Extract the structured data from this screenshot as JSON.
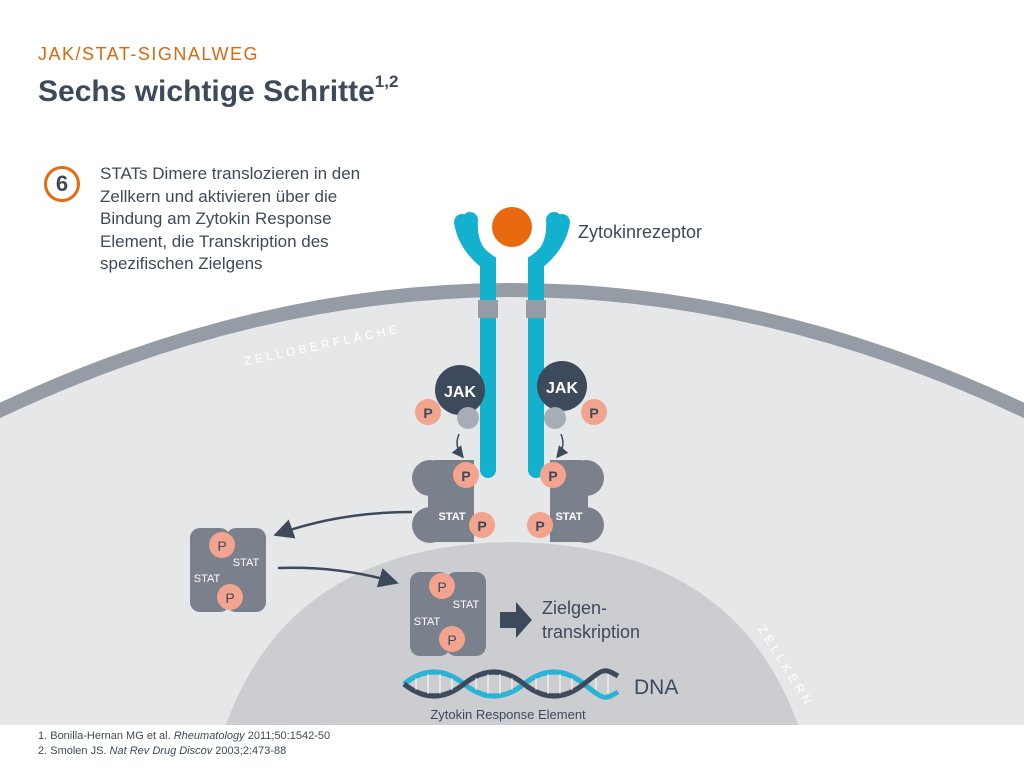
{
  "header": {
    "kicker": "JAK/STAT-SIGNALWEG",
    "title": "Sechs wichtige Schritte",
    "title_superscript": "1,2"
  },
  "step": {
    "number": "6",
    "description": "STATs Dimere translozieren in den Zellkern und aktivieren über die Bindung am  Zytokin Response Element, die Transkription des spezifischen Zielgens"
  },
  "diagram": {
    "receptor_label": "Zytokinrezeptor",
    "cell_surface_label": "ZELLOBERFLÄCHE",
    "nucleus_label": "ZELLKERN",
    "jak_label": "JAK",
    "phosphate_label": "P",
    "stat_label": "STAT",
    "target_label_line1": "Zielgen-",
    "target_label_line2": "transkription",
    "dna_label": "DNA",
    "response_element_label": "Zytokin Response Element"
  },
  "references": [
    {
      "prefix": "1. Bonilla-Hernan MG et al. ",
      "journal": "Rheumatology",
      "suffix": " 2011;50:1542-50"
    },
    {
      "prefix": "2. Smolen JS. ",
      "journal": "Nat Rev Drug Discov",
      "suffix": " 2003;2:473-88"
    }
  ],
  "colors": {
    "orange": "#e8690e",
    "navy": "#3d4a5c",
    "teal": "#13b1cd",
    "salmon": "#f2a48e",
    "stat_gray": "#7a808c",
    "cell_fill": "#e6e7e8",
    "membrane": "#959ca5",
    "nucleus_fill": "#cbcdd1",
    "dna_teal": "#2ab3d4",
    "dna_navy": "#3d4a5c"
  }
}
